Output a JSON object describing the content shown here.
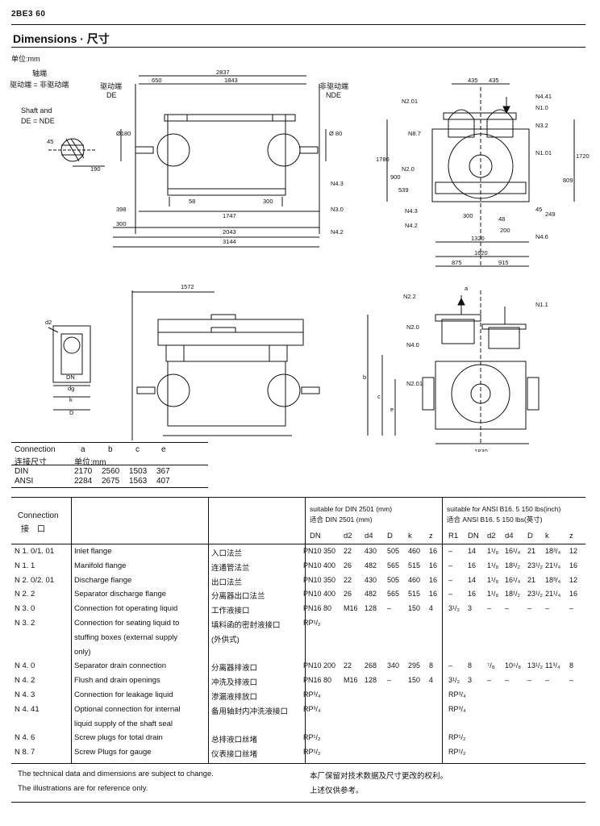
{
  "header": {
    "code": "2BE3 60",
    "title": "Dimensions · 尺寸"
  },
  "unit": "单位:mm",
  "drawing_labels": {
    "shaft_end_cn": "轴端",
    "drive_end_cn": "驱动端 = 非驱动端",
    "shaft_and": "Shaft and",
    "de_nde": "DE = NDE",
    "drive_end_cn2": "驱动端",
    "de": "DE",
    "non_drive_cn": "非驱动端",
    "nde": "NDE",
    "dims_top": [
      "2837",
      "650",
      "1843",
      "435",
      "435"
    ],
    "dims_bottom": [
      "398",
      "300",
      "58",
      "1747",
      "2043",
      "3144",
      "300"
    ],
    "dims_right": [
      "1320",
      "1620",
      "875",
      "915",
      "300",
      "48",
      "200",
      "1780",
      "1720",
      "900",
      "539",
      "809",
      "249",
      "45"
    ],
    "dims_misc": [
      "45",
      "190",
      "Ø180",
      "Ø 80",
      "1572",
      "1830"
    ],
    "nozzles_top": [
      "N2.01",
      "N4.41",
      "N1.0",
      "N3.2",
      "N8.7",
      "N1.01",
      "N2.0",
      "N4.3",
      "N4.2",
      "N4.6",
      "N4.3",
      "N3.0",
      "N4.2"
    ],
    "nozzles_bottom": [
      "N2.2",
      "N2.0",
      "N4.0",
      "N2.01",
      "N1.1"
    ],
    "small_labels": [
      "d2",
      "DN",
      "dg",
      "k",
      "D",
      "a",
      "b",
      "c",
      "e"
    ]
  },
  "conn_table": {
    "head_en": "Connection",
    "head_cn": "连接尺寸",
    "unit": "单位:mm",
    "cols": [
      "a",
      "b",
      "c",
      "e"
    ],
    "rows": [
      {
        "name": "DIN",
        "vals": [
          "2170",
          "2560",
          "1503",
          "367"
        ]
      },
      {
        "name": "ANSI",
        "vals": [
          "2284",
          "2675",
          "1563",
          "407"
        ]
      }
    ]
  },
  "main_table": {
    "head_en": "Connection",
    "head_cn": "接　口",
    "din_head_en": "suitable for DIN 2501 (mm)",
    "din_head_cn": "适合 DIN 2501 (mm)",
    "ansi_head_en": "suitable for ANSI B16. 5 150 lbs(inch)",
    "ansi_head_cn": "适合 ANSI B16. 5 150 lbs(英寸)",
    "din_cols": [
      "DN",
      "d2",
      "d4",
      "D",
      "k",
      "z"
    ],
    "ansi_cols": [
      "R1",
      "DN",
      "d2",
      "d4",
      "D",
      "k",
      "z"
    ],
    "rows": [
      {
        "id": "N 1. 0/1. 01",
        "en": "Inlet flange",
        "cn": "入口法兰",
        "din": [
          "PN10 350",
          "22",
          "430",
          "505",
          "460",
          "16"
        ],
        "ansi": [
          "–",
          "14",
          "1¹/₈",
          "16¹/₄",
          "21",
          "18³/₄",
          "12"
        ]
      },
      {
        "id": "N 1. 1",
        "en": "Manifold flange",
        "cn": "连通管法兰",
        "din": [
          "PN10 400",
          "26",
          "482",
          "565",
          "515",
          "16"
        ],
        "ansi": [
          "–",
          "16",
          "1¹/₈",
          "18¹/₂",
          "23¹/₂",
          "21¹/₄",
          "16"
        ]
      },
      {
        "id": "N 2. 0/2. 01",
        "en": "Discharge flange",
        "cn": "出口法兰",
        "din": [
          "PN10 350",
          "22",
          "430",
          "505",
          "460",
          "16"
        ],
        "ansi": [
          "–",
          "14",
          "1¹/₈",
          "16¹/₄",
          "21",
          "18³/₄",
          "12"
        ]
      },
      {
        "id": "N 2. 2",
        "en": "Separator discharge flange",
        "cn": "分离器出口法兰",
        "din": [
          "PN10 400",
          "26",
          "482",
          "565",
          "515",
          "16"
        ],
        "ansi": [
          "–",
          "16",
          "1¹/₈",
          "18¹/₂",
          "23¹/₂",
          "21¹/₄",
          "16"
        ]
      },
      {
        "id": "N 3. 0",
        "en": "Connection fot operating liquid",
        "cn": "工作液接口",
        "din": [
          "PN16 80",
          "M16",
          "128",
          "–",
          "150",
          "4"
        ],
        "ansi": [
          "3¹/₂",
          "3",
          "–",
          "–",
          "–",
          "–",
          "–"
        ]
      },
      {
        "id": "N 3. 2",
        "en": "Connection for seating liquid to",
        "cn": "填料函的密封液接口",
        "din": [
          "RP¹/₂",
          "",
          "",
          "",
          "",
          ""
        ],
        "ansi": [
          "",
          "",
          "",
          "",
          "",
          "",
          ""
        ]
      },
      {
        "id": "",
        "en": "stuffing boxes (external supply",
        "cn": "(外供式)",
        "din": [
          "",
          "",
          "",
          "",
          "",
          ""
        ],
        "ansi": [
          "",
          "",
          "",
          "",
          "",
          "",
          ""
        ]
      },
      {
        "id": "",
        "en": "only)",
        "cn": "",
        "din": [
          "",
          "",
          "",
          "",
          "",
          ""
        ],
        "ansi": [
          "",
          "",
          "",
          "",
          "",
          "",
          ""
        ]
      },
      {
        "id": "N 4. 0",
        "en": "Separator drain connection",
        "cn": "分离器排液口",
        "din": [
          "PN10 200",
          "22",
          "268",
          "340",
          "295",
          "8"
        ],
        "ansi": [
          "–",
          "8",
          "⁷/₈",
          "10⁵/₈",
          "13¹/₂",
          "11³/₄",
          "8"
        ]
      },
      {
        "id": "N 4. 2",
        "en": "Flush and drain openings",
        "cn": "冲洗及排液口",
        "din": [
          "PN16 80",
          "M16",
          "128",
          "–",
          "150",
          "4"
        ],
        "ansi": [
          "3¹/₂",
          "3",
          "–",
          "–",
          "–",
          "–",
          "–"
        ]
      },
      {
        "id": "N 4. 3",
        "en": "Connection for leakage liquid",
        "cn": "渗漏液排放口",
        "din": [
          "RP³/₄",
          "",
          "",
          "",
          "",
          ""
        ],
        "ansi": [
          "RP³/₄",
          "",
          "",
          "",
          "",
          "",
          ""
        ]
      },
      {
        "id": "N 4. 41",
        "en": "Optional connection for internal",
        "cn": "备用轴封内冲洗液接口",
        "din": [
          "RP³/₄",
          "",
          "",
          "",
          "",
          ""
        ],
        "ansi": [
          "RP³/₄",
          "",
          "",
          "",
          "",
          "",
          ""
        ]
      },
      {
        "id": "",
        "en": "liquid supply of the shaft seal",
        "cn": "",
        "din": [
          "",
          "",
          "",
          "",
          "",
          ""
        ],
        "ansi": [
          "",
          "",
          "",
          "",
          "",
          "",
          ""
        ]
      },
      {
        "id": "N 4. 6",
        "en": "Screw plugs for total drain",
        "cn": "总排液口丝堵",
        "din": [
          "RP¹/₂",
          "",
          "",
          "",
          "",
          ""
        ],
        "ansi": [
          "RP¹/₂",
          "",
          "",
          "",
          "",
          "",
          ""
        ]
      },
      {
        "id": "N 8. 7",
        "en": "Screw Plugs for gauge",
        "cn": "仪表接口丝堵",
        "din": [
          "RP¹/₂",
          "",
          "",
          "",
          "",
          ""
        ],
        "ansi": [
          "RP¹/₂",
          "",
          "",
          "",
          "",
          "",
          ""
        ]
      }
    ]
  },
  "footer": {
    "en1": "The technical data and dimensions are subject to change.",
    "en2": "The illustrations are for reference only.",
    "cn1": "本厂保留对技术数据及尺寸更改的权利。",
    "cn2": "上述仅供参考。"
  }
}
